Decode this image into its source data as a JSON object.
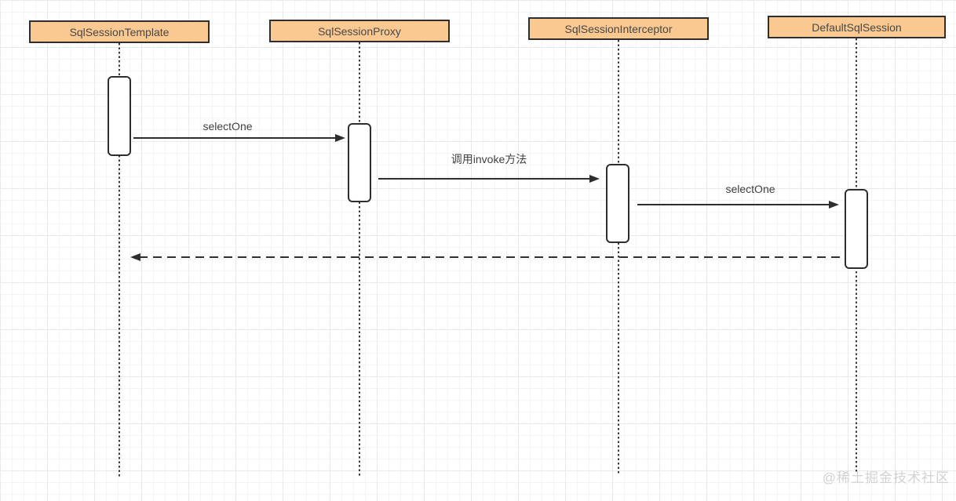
{
  "diagram": {
    "type": "uml-sequence",
    "participants": [
      {
        "name": "SqlSessionTemplate"
      },
      {
        "name": "SqlSessionProxy"
      },
      {
        "name": "SqlSessionInterceptor"
      },
      {
        "name": "DefaultSqlSession"
      }
    ],
    "messages": [
      {
        "label": "selectOne",
        "from": "SqlSessionTemplate",
        "to": "SqlSessionProxy",
        "line": "solid"
      },
      {
        "label": "调用invoke方法",
        "from": "SqlSessionProxy",
        "to": "SqlSessionInterceptor",
        "line": "solid"
      },
      {
        "label": "selectOne",
        "from": "SqlSessionInterceptor",
        "to": "DefaultSqlSession",
        "line": "solid"
      },
      {
        "label": "",
        "from": "DefaultSqlSession",
        "to": "SqlSessionTemplate",
        "line": "dashed-return"
      }
    ],
    "colors": {
      "participant_fill": "#F9C991",
      "stroke": "#2E2E2E",
      "label_text": "#3F3F3F",
      "grid_minor": "#F4F4F7",
      "grid_major": "#E9E9ED",
      "watermark_text": "#D2D2D2"
    },
    "watermark": "@稀土掘金技术社区"
  }
}
